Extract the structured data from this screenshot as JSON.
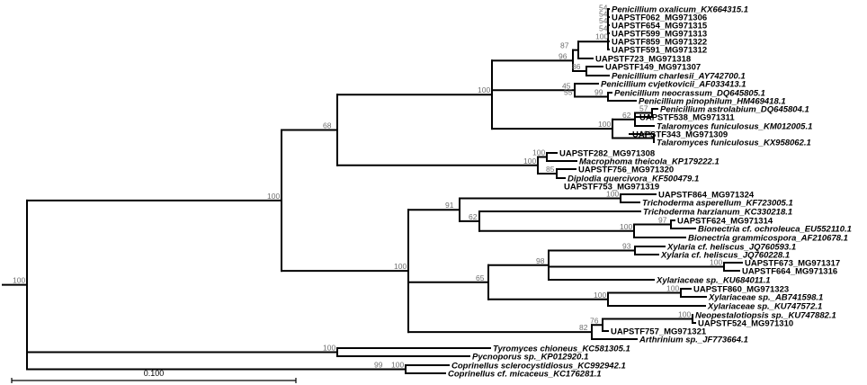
{
  "tree": {
    "scale_label": "0.100",
    "leaves": [
      {
        "id": "L1",
        "label": "Penicillium oxalicum_KX664315.1",
        "italic": true
      },
      {
        "id": "L2",
        "label": "UAPSTF062_MG971306",
        "italic": false
      },
      {
        "id": "L3",
        "label": "UAPSTF654_MG971315",
        "italic": false
      },
      {
        "id": "L4",
        "label": "UAPSTF599_MG971313",
        "italic": false
      },
      {
        "id": "L5",
        "label": "UAPSTF859_MG971322",
        "italic": false
      },
      {
        "id": "L6",
        "label": "UAPSTF591_MG971312",
        "italic": false
      },
      {
        "id": "L7",
        "label": "UAPSTF723_MG971318",
        "italic": false
      },
      {
        "id": "L8",
        "label": "UAPSTF149_MG971307",
        "italic": false
      },
      {
        "id": "L9",
        "label": "Penicillium charlesii_AY742700.1",
        "italic": true
      },
      {
        "id": "L10",
        "label": "Penicillium cvjetkovicii_AF033413.1",
        "italic": true
      },
      {
        "id": "L11",
        "label": "Penicillium neocrassum_DQ645805.1",
        "italic": true
      },
      {
        "id": "L12",
        "label": "Penicillium pinophilum_HM469418.1",
        "italic": true
      },
      {
        "id": "L13",
        "label": "Penicillium astrolabium_DQ645804.1",
        "italic": true
      },
      {
        "id": "L14",
        "label": "UAPSTF538_MG971311",
        "italic": false
      },
      {
        "id": "L15",
        "label": "Talaromyces funiculosus_KM012005.1",
        "italic": true
      },
      {
        "id": "L16",
        "label": "UAPSTF343_MG971309",
        "italic": false
      },
      {
        "id": "L17",
        "label": "Talaromyces funiculosus_KX958062.1",
        "italic": true
      },
      {
        "id": "L18",
        "label": "UAPSTF282_MG971308",
        "italic": false
      },
      {
        "id": "L19",
        "label": "Macrophoma theicola_KP179222.1",
        "italic": true
      },
      {
        "id": "L20",
        "label": "UAPSTF756_MG971320",
        "italic": false
      },
      {
        "id": "L21",
        "label": "Diplodia quercivora_KF500479.1",
        "italic": true
      },
      {
        "id": "L22",
        "label": "UAPSTF753_MG971319",
        "italic": false
      },
      {
        "id": "L23",
        "label": "UAPSTF864_MG971324",
        "italic": false
      },
      {
        "id": "L24",
        "label": "Trichoderma asperellum_KF723005.1",
        "italic": true
      },
      {
        "id": "L25",
        "label": "Trichoderma harzianum_KC330218.1",
        "italic": true
      },
      {
        "id": "L26",
        "label": "UAPSTF624_MG971314",
        "italic": false
      },
      {
        "id": "L27",
        "label": "Bionectria cf. ochroleuca_EU552110.1",
        "italic": true
      },
      {
        "id": "L28",
        "label": "Bionectria grammicospora_AF210678.1",
        "italic": true
      },
      {
        "id": "L29",
        "label": "Xylaria cf. heliscus_JQ760593.1",
        "italic": true
      },
      {
        "id": "L30",
        "label": "Xylaria cf. heliscus_JQ760228.1",
        "italic": true
      },
      {
        "id": "L31",
        "label": "UAPSTF673_MG971317",
        "italic": false
      },
      {
        "id": "L32",
        "label": "UAPSTF664_MG971316",
        "italic": false
      },
      {
        "id": "L33",
        "label": "Xylariaceae sp._KU684011.1",
        "italic": true
      },
      {
        "id": "L34",
        "label": "UAPSTF860_MG971323",
        "italic": false
      },
      {
        "id": "L35",
        "label": "Xylariaceae sp._AB741598.1",
        "italic": true
      },
      {
        "id": "L36",
        "label": "Xylariaceae sp._KU747572.1",
        "italic": true
      },
      {
        "id": "L37",
        "label": "Neopestalotiopsis sp._KU747882.1",
        "italic": true
      },
      {
        "id": "L38",
        "label": "UAPSTF524_MG971310",
        "italic": false
      },
      {
        "id": "L39",
        "label": "UAPSTF757_MG971321",
        "italic": false
      },
      {
        "id": "L40",
        "label": "Arthrinium sp._JF773664.1",
        "italic": true
      },
      {
        "id": "L41",
        "label": "Tyromyces chioneus_KC581305.1",
        "italic": true
      },
      {
        "id": "L42",
        "label": "Pycnoporus sp._KP012920.1",
        "italic": true
      },
      {
        "id": "L43",
        "label": "Coprinellus sclerocystidiosus_KC992942.1",
        "italic": true
      },
      {
        "id": "L44",
        "label": "Coprinellus cf. micaceus_KC176281.1",
        "italic": true
      }
    ],
    "nodes": [
      {
        "id": "N1",
        "support": "54"
      },
      {
        "id": "N2",
        "support": "54"
      },
      {
        "id": "N3",
        "support": "54"
      },
      {
        "id": "N4",
        "support": "54"
      },
      {
        "id": "N5",
        "support": "100"
      },
      {
        "id": "N6",
        "support": "87"
      },
      {
        "id": "N7",
        "support": "86"
      },
      {
        "id": "N8",
        "support": "96"
      },
      {
        "id": "N9",
        "support": "99"
      },
      {
        "id": "N10",
        "support": "45"
      },
      {
        "id": "N11",
        "support": "55"
      },
      {
        "id": "N12",
        "support": "57"
      },
      {
        "id": "N13",
        "support": "62"
      },
      {
        "id": "N14",
        "support": "100"
      },
      {
        "id": "N15",
        "support": "100"
      },
      {
        "id": "N16",
        "support": "100"
      },
      {
        "id": "N17",
        "support": "100"
      },
      {
        "id": "N18",
        "support": "85"
      },
      {
        "id": "N19",
        "support": "100"
      },
      {
        "id": "N20",
        "support": "68"
      },
      {
        "id": "N21",
        "support": "100"
      },
      {
        "id": "N22",
        "support": "97"
      },
      {
        "id": "N23",
        "support": "100"
      },
      {
        "id": "N24",
        "support": "62"
      },
      {
        "id": "N25",
        "support": "91"
      },
      {
        "id": "N26",
        "support": "93"
      },
      {
        "id": "N27",
        "support": "100"
      },
      {
        "id": "N28",
        "support": "98"
      },
      {
        "id": "N29",
        "support": "100"
      },
      {
        "id": "N30",
        "support": "100"
      },
      {
        "id": "N31",
        "support": "65"
      },
      {
        "id": "N32",
        "support": "100"
      },
      {
        "id": "N33",
        "support": "76"
      },
      {
        "id": "N34",
        "support": "82"
      },
      {
        "id": "N35",
        "support": "100"
      },
      {
        "id": "N36",
        "support": "100"
      },
      {
        "id": "N37",
        "support": "100"
      },
      {
        "id": "N38",
        "support": "100"
      },
      {
        "id": "N39",
        "support": "99"
      },
      {
        "id": "N40",
        "support": "100"
      }
    ]
  }
}
